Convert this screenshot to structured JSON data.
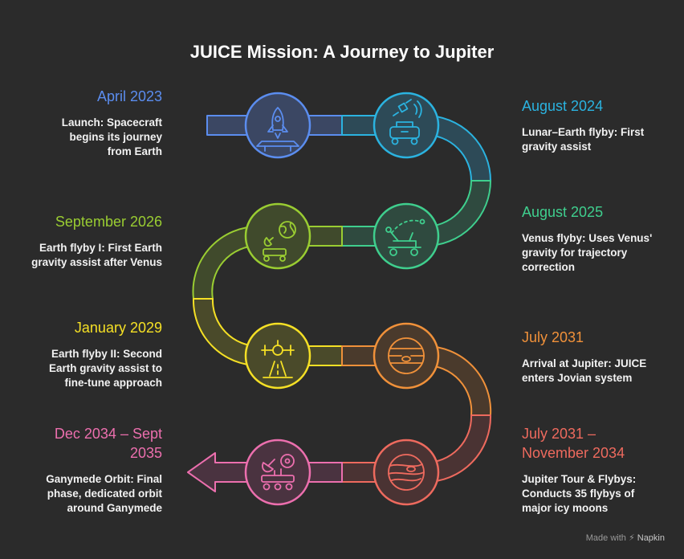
{
  "title": "JUICE Mission: A Journey to Jupiter",
  "milestones": [
    {
      "date": "April 2023",
      "description": "Launch: Spacecraft begins its journey from Earth",
      "color": "#5b8def",
      "icon": "rocket-launch-icon"
    },
    {
      "date": "August 2024",
      "description": "Lunar–Earth flyby: First gravity assist",
      "color": "#2bb3e0",
      "icon": "satellite-rover-icon"
    },
    {
      "date": "August 2025",
      "description": "Venus flyby: Uses Venus' gravity for trajectory correction",
      "color": "#3fcf8e",
      "icon": "catapult-trajectory-icon"
    },
    {
      "date": "September 2026",
      "description": "Earth flyby I: First Earth gravity assist after Venus",
      "color": "#9acd32",
      "icon": "globe-rover-icon"
    },
    {
      "date": "January 2029",
      "description": "Earth flyby II: Second Earth gravity assist to fine-tune approach",
      "color": "#f5e025",
      "icon": "aircraft-approach-icon"
    },
    {
      "date": "July 2031",
      "description": "Arrival at Jupiter: JUICE enters Jovian system",
      "color": "#f0913a",
      "icon": "jupiter-planet-icon"
    },
    {
      "date": "July 2031 – November 2034",
      "description": "Jupiter Tour & Flybys: Conducts 35 flybys of major icy moons",
      "color": "#ee6a5e",
      "icon": "jupiter-storm-icon"
    },
    {
      "date": "Dec 2034 – Sept 2035",
      "description": "Ganymede Orbit: Final phase, dedicated orbit around Ganymede",
      "color": "#ec6fae",
      "icon": "lander-rover-icon"
    }
  ],
  "footer": {
    "made_with": "Made with",
    "brand": "Napkin"
  }
}
